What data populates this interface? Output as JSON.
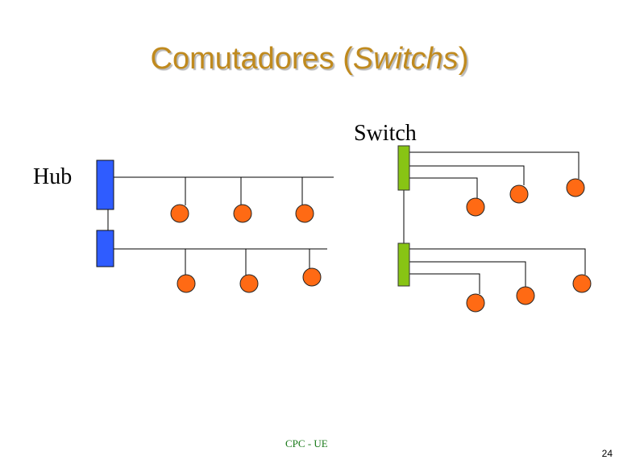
{
  "title": {
    "main": "Comutadores (",
    "italic": "Switchs",
    "close": ")"
  },
  "labels": {
    "hub": "Hub",
    "switch": "Switch"
  },
  "footer": "CPC - UE",
  "page_number": "24",
  "colors": {
    "title": "#c08a1e",
    "hub_device": "#2f5cff",
    "switch_device": "#88c414",
    "node": "#ff6a14",
    "line": "#000000"
  }
}
